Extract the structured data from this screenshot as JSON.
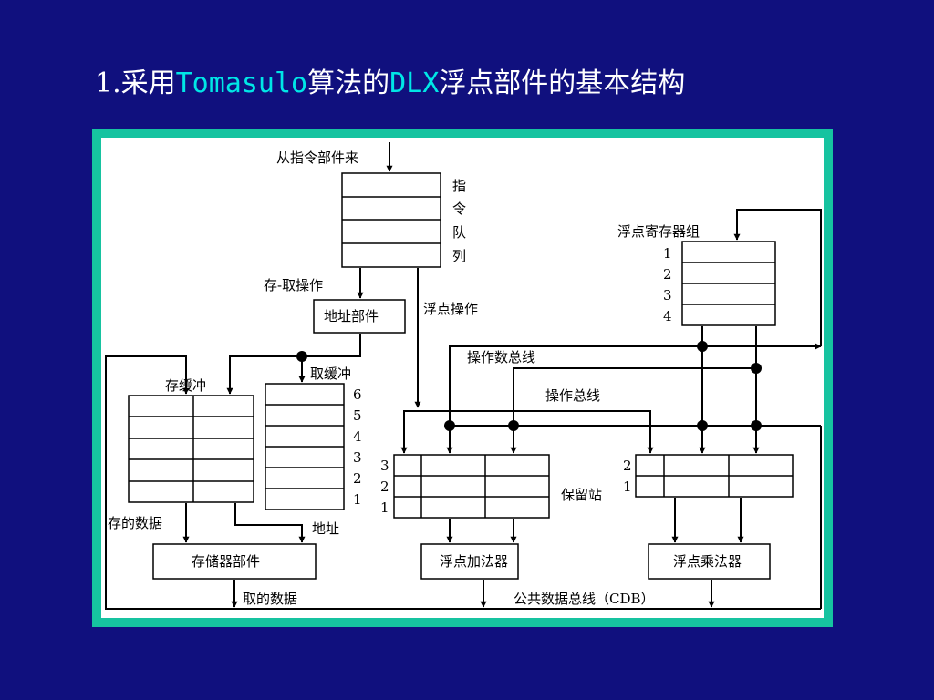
{
  "slide": {
    "title_prefix": "1.采用",
    "title_tomasulo": "Tomasulo",
    "title_mid": "算法的",
    "title_dlx": "DLX",
    "title_suffix": "浮点部件的基本结构"
  },
  "diagram": {
    "labels": {
      "from_instruction_unit": "从指令部件来",
      "instr_queue_1": "指",
      "instr_queue_2": "令",
      "instr_queue_3": "队",
      "instr_queue_4": "列",
      "load_store_op": "存-取操作",
      "address_unit": "地址部件",
      "fp_op": "浮点操作",
      "fp_register_file": "浮点寄存器组",
      "operand_bus": "操作数总线",
      "load_buffer": "取缓冲",
      "store_buffer": "存缓冲",
      "operation_bus": "操作总线",
      "reservation_station": "保留站",
      "stored_data": "存的数据",
      "address": "地址",
      "memory_unit": "存储器部件",
      "fp_adder": "浮点加法器",
      "fp_multiplier": "浮点乘法器",
      "loaded_data": "取的数据",
      "cdb": "公共数据总线（CDB）"
    },
    "register_numbers": [
      "1",
      "2",
      "3",
      "4"
    ],
    "load_buffer_numbers": [
      "6",
      "5",
      "4",
      "3",
      "2",
      "1"
    ],
    "adder_rs_numbers": [
      "3",
      "2",
      "1"
    ],
    "mult_rs_numbers": [
      "2",
      "1"
    ]
  }
}
